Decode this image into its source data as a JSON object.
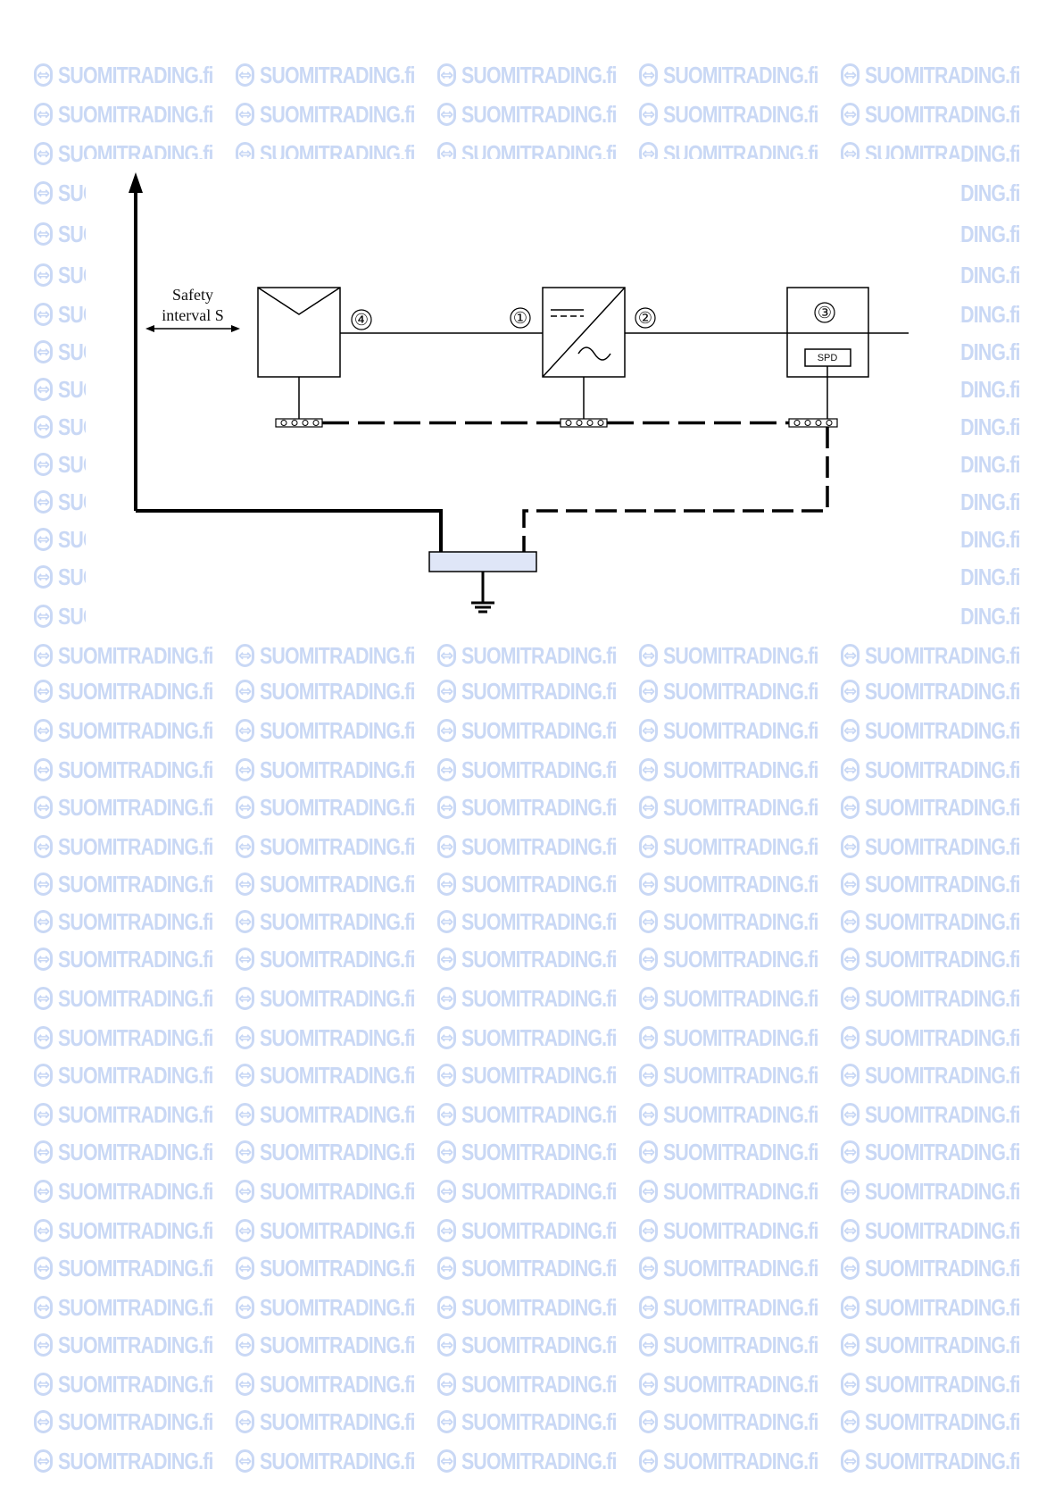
{
  "watermark": {
    "brand": "SUOMITRADING.fi",
    "arrow_glyph": "⇔",
    "color": "#c9d8f5"
  },
  "diagram": {
    "safety_label_line1": "Safety",
    "safety_label_line2": "interval S",
    "markers": [
      "①",
      "②",
      "③",
      "④"
    ],
    "spd_label": "SPD"
  }
}
